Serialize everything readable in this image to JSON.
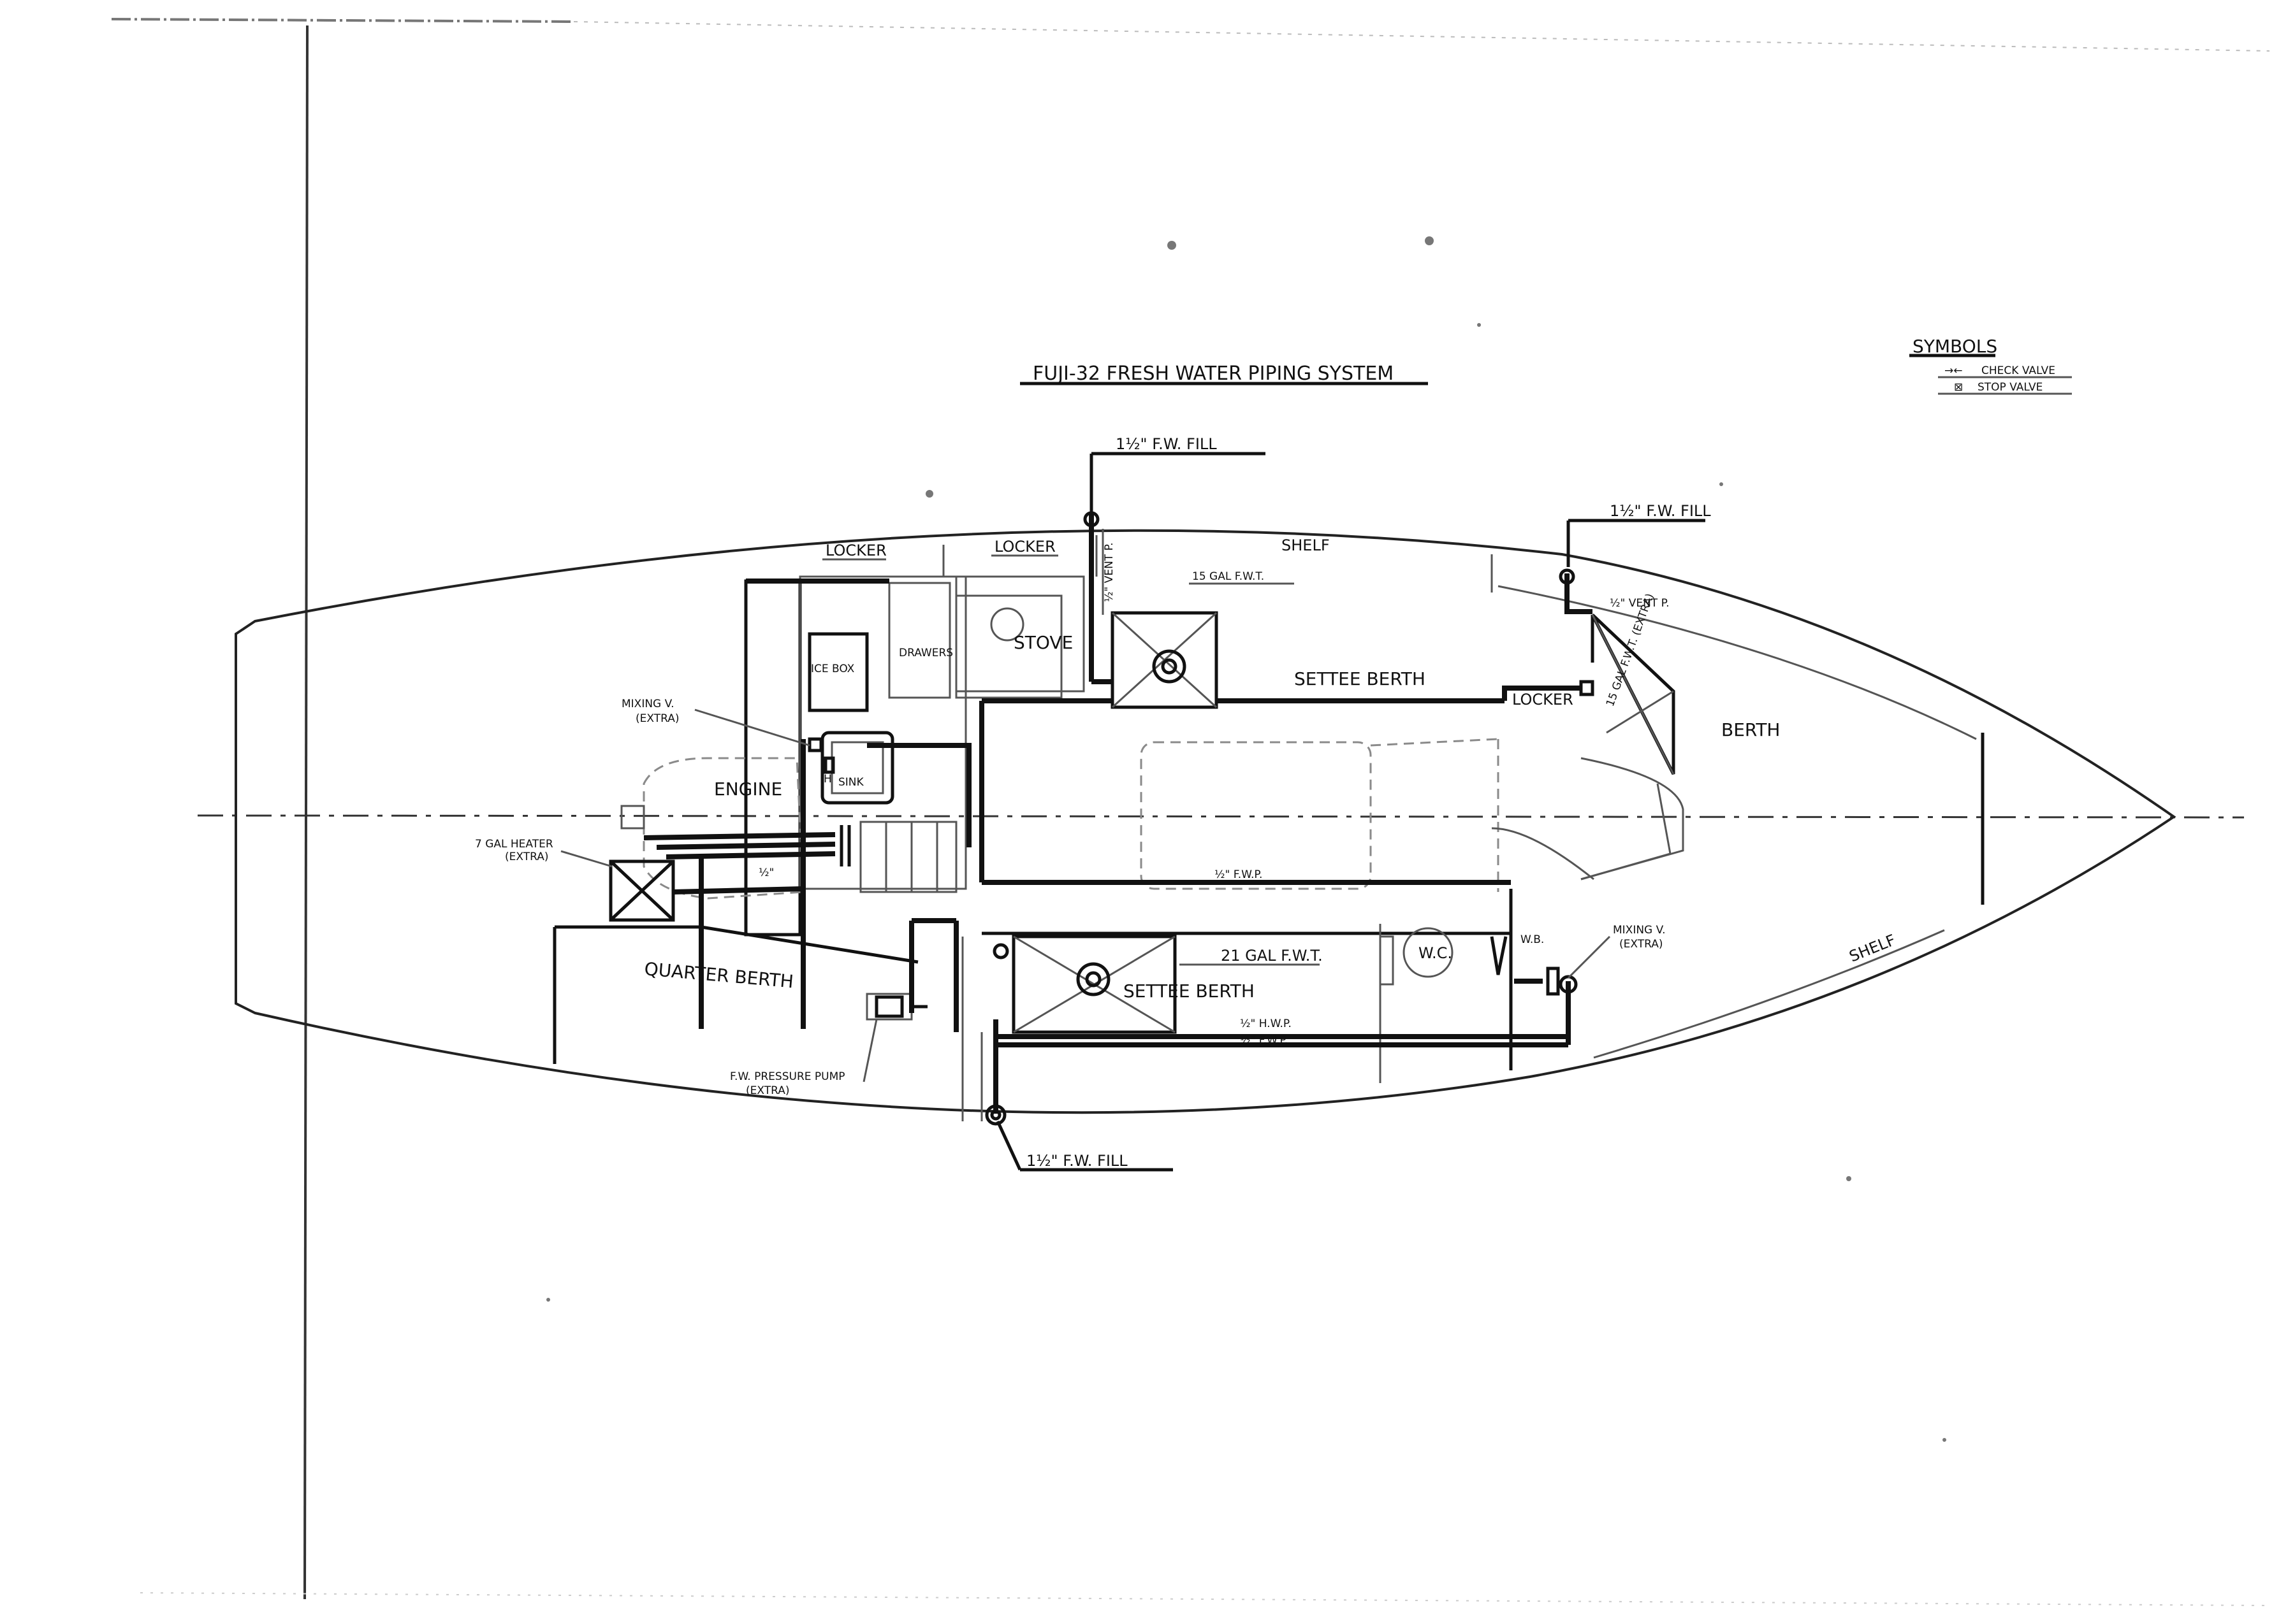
{
  "title": "FUJI-32   FRESH WATER PIPING SYSTEM",
  "symbols": {
    "heading": "SYMBOLS",
    "check_valve": "CHECK VALVE",
    "stop_valve": "STOP VALVE"
  },
  "labels": {
    "fill_top": "1½\" F.W. FILL",
    "fill_bow": "1½\" F.W. FILL",
    "fill_bottom": "1½\" F.W. FILL",
    "locker_1": "LOCKER",
    "locker_2": "LOCKER",
    "locker_3": "LOCKER",
    "shelf_top": "SHELF",
    "shelf_bottom": "SHELF",
    "vent_top": "½\" VENT P.",
    "vent_bow": "½\" VENT P.",
    "tank_15": "15 GAL  F.W.T.",
    "tank_bow": "15 GAL F.W.T. (EXTRA)",
    "tank_21": "21 GAL  F.W.T.",
    "ice_box": "ICE BOX",
    "drawers": "DRAWERS",
    "stove": "STOVE",
    "settee_berth_top": "SETTEE BERTH",
    "settee_berth_bottom": "SETTEE  BERTH",
    "berth": "BERTH",
    "mixing_v_left": "MIXING V.",
    "mixing_v_left_extra": "(EXTRA)",
    "sink": "SINK",
    "engine": "ENGINE",
    "heater": "7 GAL  HEATER",
    "heater_extra": "(EXTRA)",
    "quarter_berth": "QUARTER BERTH",
    "fwp_pipe": "½\" F.W.P.",
    "hwp_pipe": "½\" H.W.P.",
    "fwp_pipe_2": "½\" F.W.P.",
    "wc": "W.C.",
    "wb": "W.B.",
    "mixing_v_right": "MIXING V.",
    "mixing_v_right_extra": "(EXTRA)",
    "pump": "F.W. PRESSURE PUMP",
    "pump_extra": "(EXTRA)",
    "small_half": "½\"",
    "small_h": "H"
  },
  "colors": {
    "ink": "#111111",
    "paper": "#ffffff",
    "faint": "#8a8a8a"
  }
}
